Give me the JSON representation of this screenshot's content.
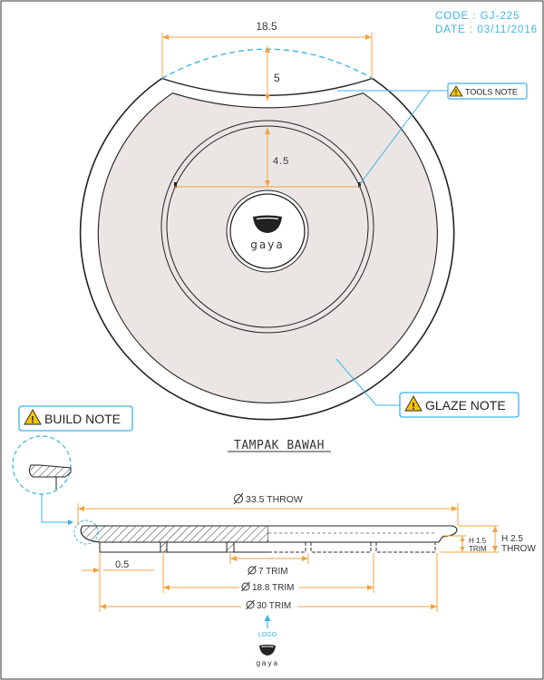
{
  "header": {
    "code_line": "CODE : GJ-225",
    "date_line": "DATE : 03/11/2016"
  },
  "top_view": {
    "dim_width": "18.5",
    "dim_height": "5",
    "dim_inner": "4.5",
    "tools_note": "TOOLS NOTE",
    "glaze_note": "GLAZE NOTE",
    "brand": "gaya",
    "view_title": "TAMPAK BAWAH"
  },
  "side_view": {
    "build_note": "BUILD NOTE",
    "dim_throw_dia": "33.5 THROW",
    "dim_h_throw_line1": "H 2.5",
    "dim_h_throw_line2": "THROW",
    "dim_h_trim_line1": "H 1.5",
    "dim_h_trim_line2": "TRIM",
    "dim_lip": "0.5",
    "dim_trim_7": "7 TRIM",
    "dim_trim_18": "18.8 TRIM",
    "dim_trim_30": "30 TRIM",
    "logo_label": "LOGO",
    "logo_brand": "gaya"
  },
  "colors": {
    "dimension": "#f3a33f",
    "annotation": "#3bb4e6",
    "glaze_fill": "#ebe6e3",
    "outline": "#222222"
  },
  "icons": [
    "warning-icon",
    "bowl-logo-icon",
    "diameter-symbol-icon"
  ]
}
